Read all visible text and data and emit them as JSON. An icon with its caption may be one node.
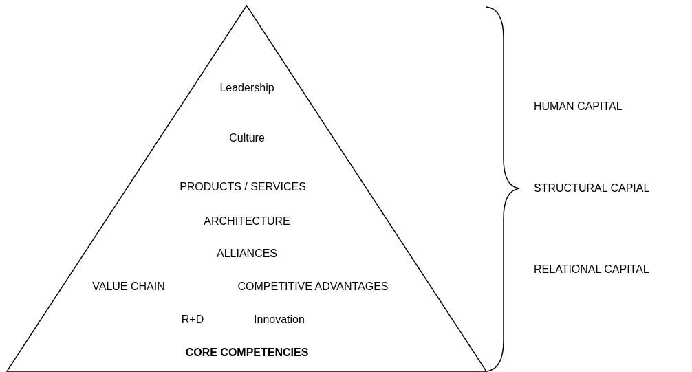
{
  "diagram": {
    "nodes": [
      {
        "text": [
          "Leadership",
          "Culture",
          "PRODUCTS / SERVICES",
          "ARCHITECTURE",
          "ALLIANCES",
          "VALUE CHAIN",
          "COMPETITIVE ADVANTAGES",
          "R+D",
          "Innovation",
          "CORE COMPETENCIES"
        ]
      }
    ],
    "edges": [],
    "labels": [
      "HUMAN CAPITAL",
      "STRUCTURAL CAPIAL",
      "RELATIONAL CAPITAL"
    ]
  }
}
